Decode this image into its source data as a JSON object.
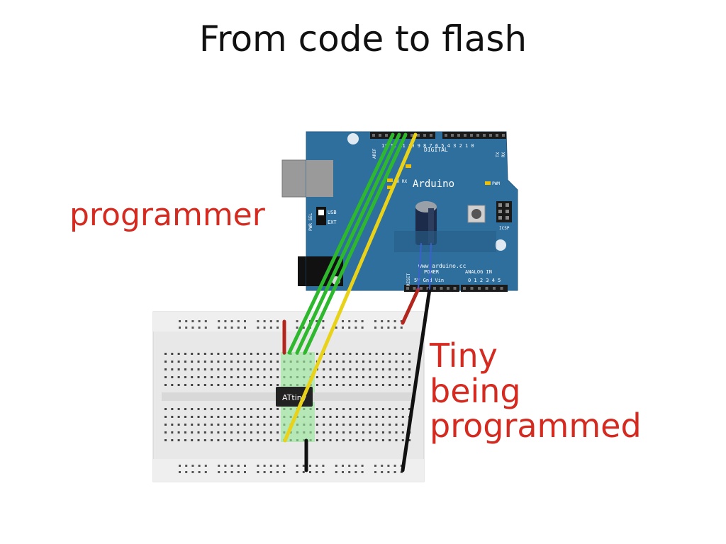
{
  "slide": {
    "title": "From code to flash"
  },
  "callouts": {
    "programmer": "programmer",
    "target": "Tiny\nbeing\nprogrammed"
  },
  "arduino": {
    "name": "Arduino",
    "website": "www.arduino.cc",
    "aref_label": "AREF",
    "digital_label": "DIGITAL",
    "digital_pin_numbers": "13 12 11 10 9 8   7 6 5 4 3 2 1 0",
    "tx_label": "TX",
    "rx_label": "RX",
    "power_label": "POWER",
    "power_pins": "5V Gnd Vin",
    "analog_label": "ANALOG IN",
    "analog_pins": "0 1 2 3 4 5",
    "reset_label": "RESET",
    "pwr_sel_label": "PWR SEL",
    "usb_label": "USB",
    "ext_label": "EXT",
    "pwm_label": "PWM",
    "icsp_label": "ICSP",
    "led_labels": "TX RX"
  },
  "breadboard": {
    "chip_label": "ATtiny"
  },
  "colors": {
    "title": "#111111",
    "callout": "#d42a20",
    "board": "#2f6f9e",
    "wire_green": "#2db82d",
    "wire_yellow": "#e8d21a",
    "wire_red": "#b3261e",
    "wire_black": "#111111"
  }
}
